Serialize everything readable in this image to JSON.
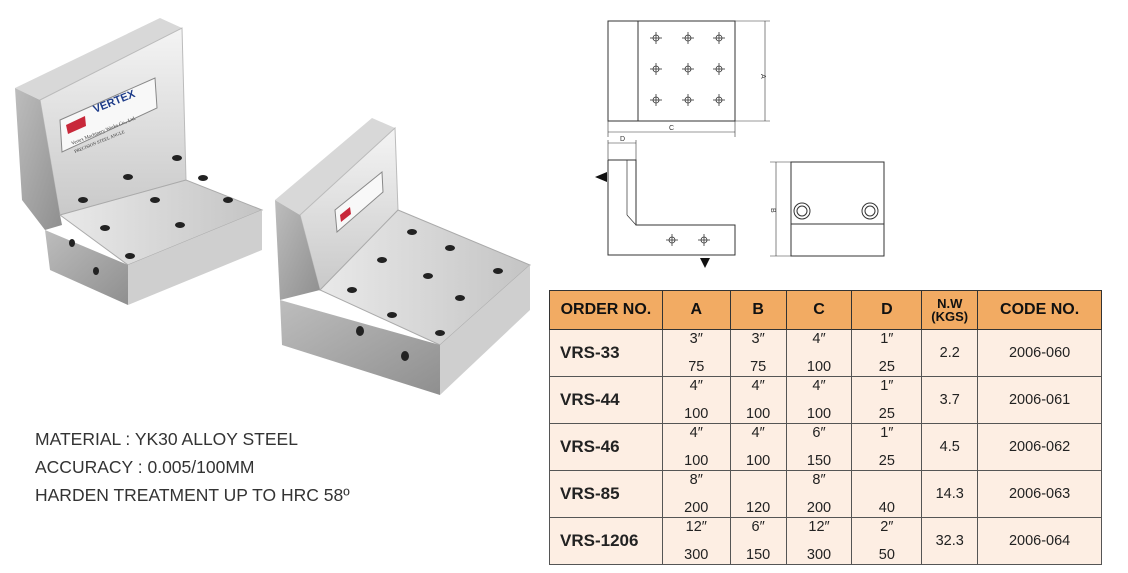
{
  "product_photo": {
    "brand": "VERTEX",
    "plate_line_1": "Vertex Machinery Works Co., Ltd.",
    "plate_line_2": "PRECISION STEEL ANGLE"
  },
  "specs": [
    "MATERIAL : YK30 ALLOY STEEL",
    "ACCURACY : 0.005/100MM",
    "HARDEN TREATMENT UP TO HRC 58º"
  ],
  "drawing_labels": {
    "a": "A",
    "b": "B",
    "c": "C",
    "d": "D"
  },
  "table": {
    "headers": {
      "order": "ORDER NO.",
      "a": "A",
      "b": "B",
      "c": "C",
      "d": "D",
      "nw_1": "N.W",
      "nw_2": "(KGS)",
      "code": "CODE NO."
    },
    "rows": [
      {
        "order": "VRS-33",
        "a_in": "3″",
        "a_mm": "75",
        "b_in": "3″",
        "b_mm": "75",
        "c_in": "4″",
        "c_mm": "100",
        "d_in": "1″",
        "d_mm": "25",
        "nw": "2.2",
        "code": "2006-060"
      },
      {
        "order": "VRS-44",
        "a_in": "4″",
        "a_mm": "100",
        "b_in": "4″",
        "b_mm": "100",
        "c_in": "4″",
        "c_mm": "100",
        "d_in": "1″",
        "d_mm": "25",
        "nw": "3.7",
        "code": "2006-061"
      },
      {
        "order": "VRS-46",
        "a_in": "4″",
        "a_mm": "100",
        "b_in": "4″",
        "b_mm": "100",
        "c_in": "6″",
        "c_mm": "150",
        "d_in": "1″",
        "d_mm": "25",
        "nw": "4.5",
        "code": "2006-062"
      },
      {
        "order": "VRS-85",
        "a_in": "8″",
        "a_mm": "200",
        "b_in": "",
        "b_mm": "120",
        "c_in": "8″",
        "c_mm": "200",
        "d_in": "",
        "d_mm": "40",
        "nw": "14.3",
        "code": "2006-063"
      },
      {
        "order": "VRS-1206",
        "a_in": "12″",
        "a_mm": "300",
        "b_in": "6″",
        "b_mm": "150",
        "c_in": "12″",
        "c_mm": "300",
        "d_in": "2″",
        "d_mm": "50",
        "nw": "32.3",
        "code": "2006-064"
      }
    ]
  }
}
